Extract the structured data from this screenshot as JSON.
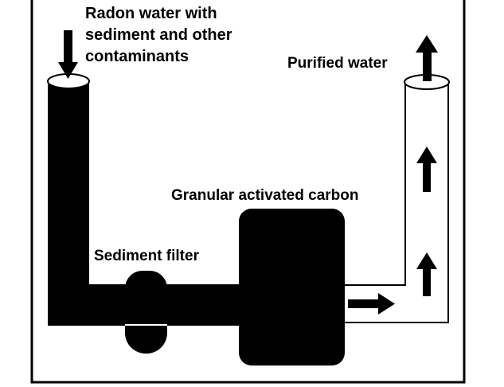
{
  "labels": {
    "input_line1": "Radon water with",
    "input_line2": "sediment and other",
    "input_line3": "contaminants",
    "output": "Purified water",
    "carbon": "Granular activated carbon",
    "sediment": "Sediment filter"
  },
  "colors": {
    "ink": "#000000",
    "background": "#ffffff"
  }
}
